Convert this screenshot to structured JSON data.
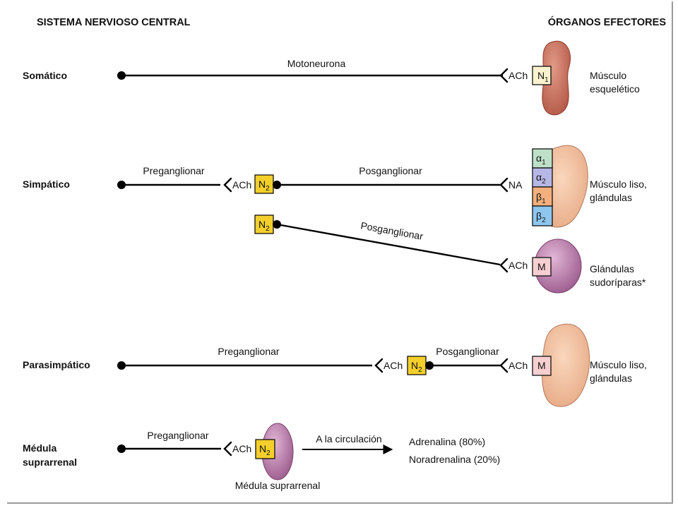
{
  "headers": {
    "cns": "SISTEMA NERVIOSO CENTRAL",
    "effectors": "ÓRGANOS EFECTORES"
  },
  "rows": {
    "somatic": {
      "label": "Somático",
      "fiber": "Motoneurona",
      "transmitter": "ACh",
      "receptor": {
        "main": "N",
        "sub": "1"
      },
      "organ": [
        "Músculo",
        "esquelético"
      ]
    },
    "sympathetic": {
      "label": "Simpático",
      "pre": "Preganglionar",
      "pre_transmitter": "ACh",
      "ganglion_receptor": {
        "main": "N",
        "sub": "2"
      },
      "post": "Posganglionar",
      "post_transmitter": "NA",
      "adrenergic_receptors": [
        {
          "main": "α",
          "sub": "1",
          "color": "#bfe0c8"
        },
        {
          "main": "α",
          "sub": "2",
          "color": "#b7b7e6"
        },
        {
          "main": "β",
          "sub": "1",
          "color": "#f4b07c"
        },
        {
          "main": "β",
          "sub": "2",
          "color": "#8ec6ee"
        }
      ],
      "organ": [
        "Músculo liso,",
        "glándulas"
      ]
    },
    "sweat": {
      "ganglion_receptor": {
        "main": "N",
        "sub": "2"
      },
      "post": "Posganglionar",
      "transmitter": "ACh",
      "receptor": "M",
      "organ": [
        "Glándulas",
        "sudoríparas*"
      ]
    },
    "parasympathetic": {
      "label": "Parasimpático",
      "pre": "Preganglionar",
      "pre_transmitter": "ACh",
      "ganglion_receptor": {
        "main": "N",
        "sub": "2"
      },
      "post": "Posganglionar",
      "post_transmitter": "ACh",
      "receptor": "M",
      "organ": [
        "Músculo liso,",
        "glándulas"
      ]
    },
    "adrenal": {
      "label": [
        "Médula",
        "suprarrenal"
      ],
      "pre": "Preganglionar",
      "transmitter": "ACh",
      "receptor": {
        "main": "N",
        "sub": "2"
      },
      "arrow_label": "A la circulación",
      "outputs": [
        "Adrenalina (80%)",
        "Noradrenalina (20%)"
      ],
      "gland_label": "Médula suprarrenal"
    }
  },
  "colors": {
    "muscle": "#c7705e",
    "smooth_organ": "#f0c0a0",
    "gland": "#b27aa4",
    "adrenal": "#a86a9c",
    "n1_box": "#fbf3cf",
    "n2_box": "#f4cf2c",
    "m_box": "#f7cfd0"
  }
}
